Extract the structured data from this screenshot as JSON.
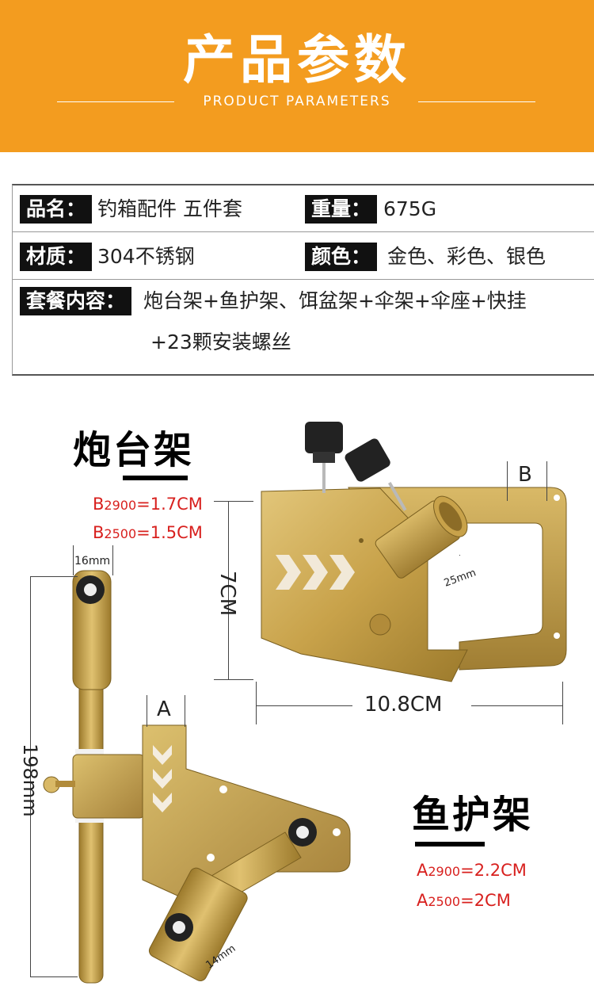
{
  "header": {
    "title": "产品参数",
    "subtitle": "PRODUCT PARAMETERS"
  },
  "specs": {
    "name_label": "品名：",
    "name_value": "钓箱配件 五件套",
    "weight_label": "重量：",
    "weight_value": "675G",
    "material_label": "材质：",
    "material_value": "304不锈钢",
    "color_label": "颜色：",
    "color_value": "金色、彩色、银色",
    "package_label": "套餐内容：",
    "package_value_line1": "炮台架+鱼护架、饵盆架+伞架+伞座+快挂",
    "package_value_line2": "+23颗安装螺丝"
  },
  "section1": {
    "title": "炮台架",
    "spec1_prefix": "B",
    "spec1_model": "2900",
    "spec1_value": "=1.7CM",
    "spec2_prefix": "B",
    "spec2_model": "2500",
    "spec2_value": "=1.5CM",
    "label_b": "B",
    "height": "7CM",
    "width": "10.8CM",
    "tube_diameter": "25mm"
  },
  "section2": {
    "title": "鱼护架",
    "spec1_prefix": "A",
    "spec1_model": "2900",
    "spec1_value": "=2.2CM",
    "spec2_prefix": "A",
    "spec2_model": "2500",
    "spec2_value": "=2CM",
    "label_a": "A",
    "rod_diameter": "16mm",
    "length": "198mm",
    "tube_diameter": "14mm"
  },
  "colors": {
    "banner": "#f39c1f",
    "gold": "#c8a24a",
    "accent_red": "#d8201e"
  }
}
